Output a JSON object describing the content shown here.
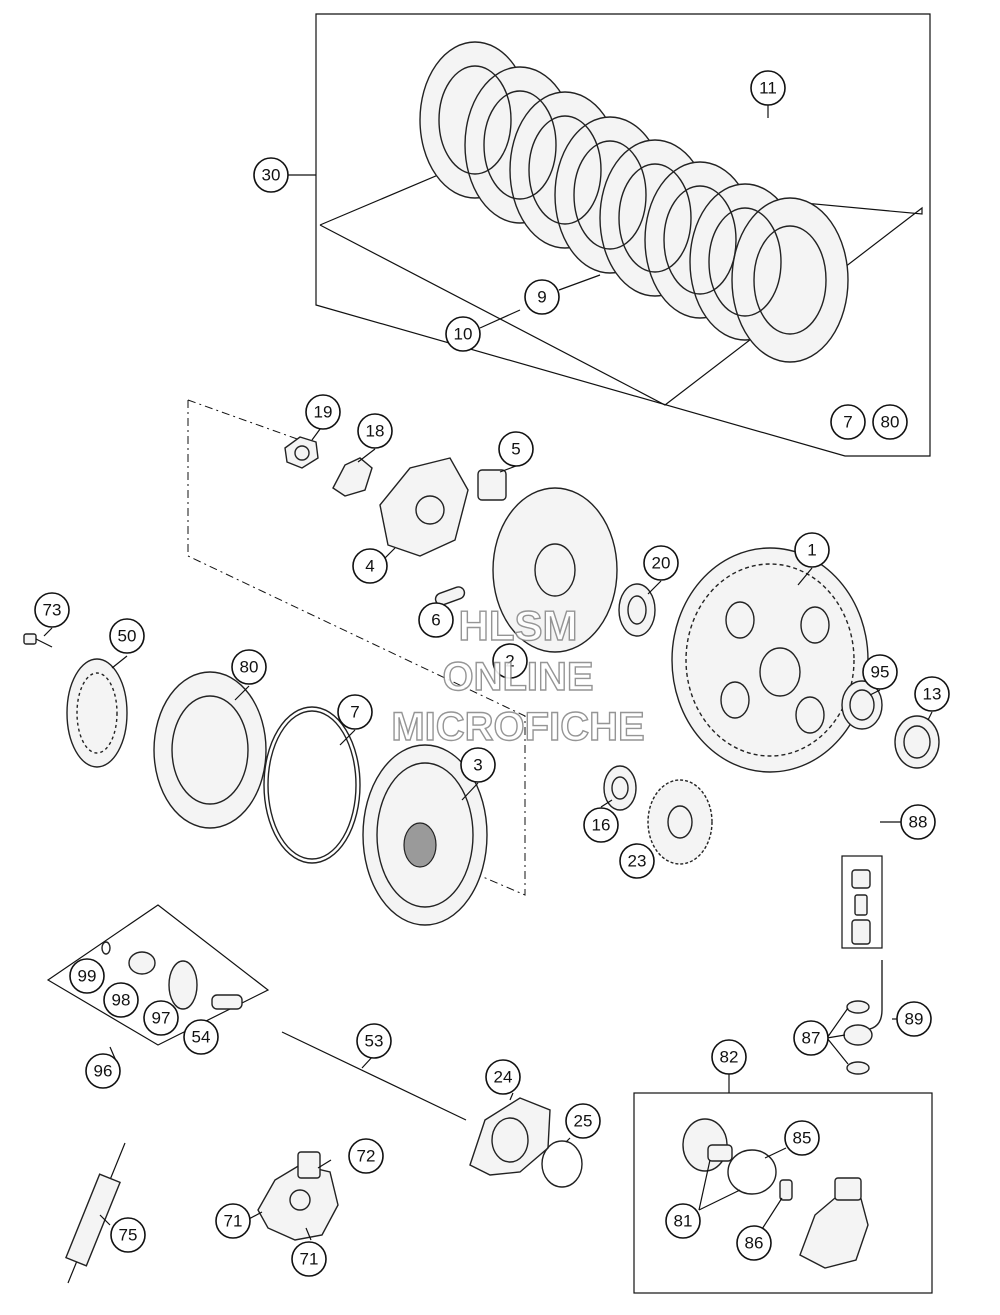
{
  "watermark": {
    "line1": "HLSM",
    "line2": "ONLINE",
    "line3": "MICROFICHE"
  },
  "callouts": {
    "c1": "1",
    "c2": "2",
    "c3": "3",
    "c4": "4",
    "c5": "5",
    "c6": "6",
    "c7a": "7",
    "c7b": "7",
    "c9": "9",
    "c10": "10",
    "c11": "11",
    "c13": "13",
    "c16": "16",
    "c18": "18",
    "c19": "19",
    "c20": "20",
    "c23": "23",
    "c24": "24",
    "c25": "25",
    "c30": "30",
    "c50": "50",
    "c53": "53",
    "c54": "54",
    "c71a": "71",
    "c71b": "71",
    "c72": "72",
    "c73": "73",
    "c75": "75",
    "c80a": "80",
    "c80b": "80",
    "c81": "81",
    "c82": "82",
    "c85": "85",
    "c86": "86",
    "c87": "87",
    "c88": "88",
    "c89": "89",
    "c95": "95",
    "c96": "96",
    "c97": "97",
    "c98": "98",
    "c99": "99"
  },
  "colors": {
    "line": "#111111",
    "watermark_outline": "#8a8a8a",
    "part_fill": "#f4f4f4"
  }
}
